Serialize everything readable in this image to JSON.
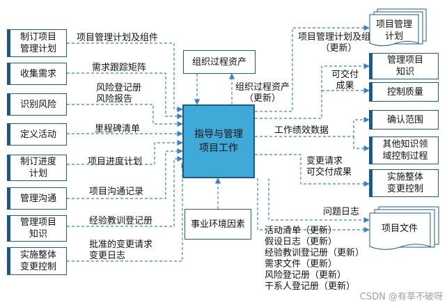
{
  "center": "指导与管理\n项目工作",
  "inputs": [
    {
      "box": "制订项目\n管理计划",
      "label": "项目管理计划及组件"
    },
    {
      "box": "收集需求",
      "label": "需求跟踪矩阵"
    },
    {
      "box": "识别风险",
      "label": "风险登记册\n风险报告"
    },
    {
      "box": "定义活动",
      "label": "里程碑清单"
    },
    {
      "box": "制订进度\n计划",
      "label": "项目进度计划"
    },
    {
      "box": "管理沟通",
      "label": "项目沟通记录"
    },
    {
      "box": "管理项目\n知识",
      "label": "经验教训登记册"
    },
    {
      "box": "实施整体\n变更控制",
      "label": "批准的变更请求\n变更日志"
    }
  ],
  "top_box": "组织过程资产",
  "top_update_label": "组织过程资产\n（更新）",
  "bottom_box": "事业环境因素",
  "outputs": {
    "plan_doc": "项目管理\n计划",
    "plan_update_label": "项目管理计划及组件\n（更新）",
    "deliverables_label": "可交付\n成果",
    "knowledge": "管理项目\n知识",
    "quality": "控制质量",
    "perf_label": "工作绩效数据",
    "scope": "确认范围",
    "other": "其他知识领\n域控制过程",
    "change_label": "变更请求\n可交付成果",
    "change_control": "实施整体\n变更控制",
    "issue_label": "问题日志",
    "project_docs": "项目文件",
    "updates_list": "活动清单（更新）\n假设日志（更新）\n经验教训登记册（更新）\n需求文件（更新）\n风险登记册（更新）\n干系人登记册（更新）"
  },
  "watermark": "CSDN @有莘不破呀",
  "colors": {
    "center_fill": "#3fa9d8",
    "border": "#1d5a82",
    "line": "#3c82c0"
  }
}
